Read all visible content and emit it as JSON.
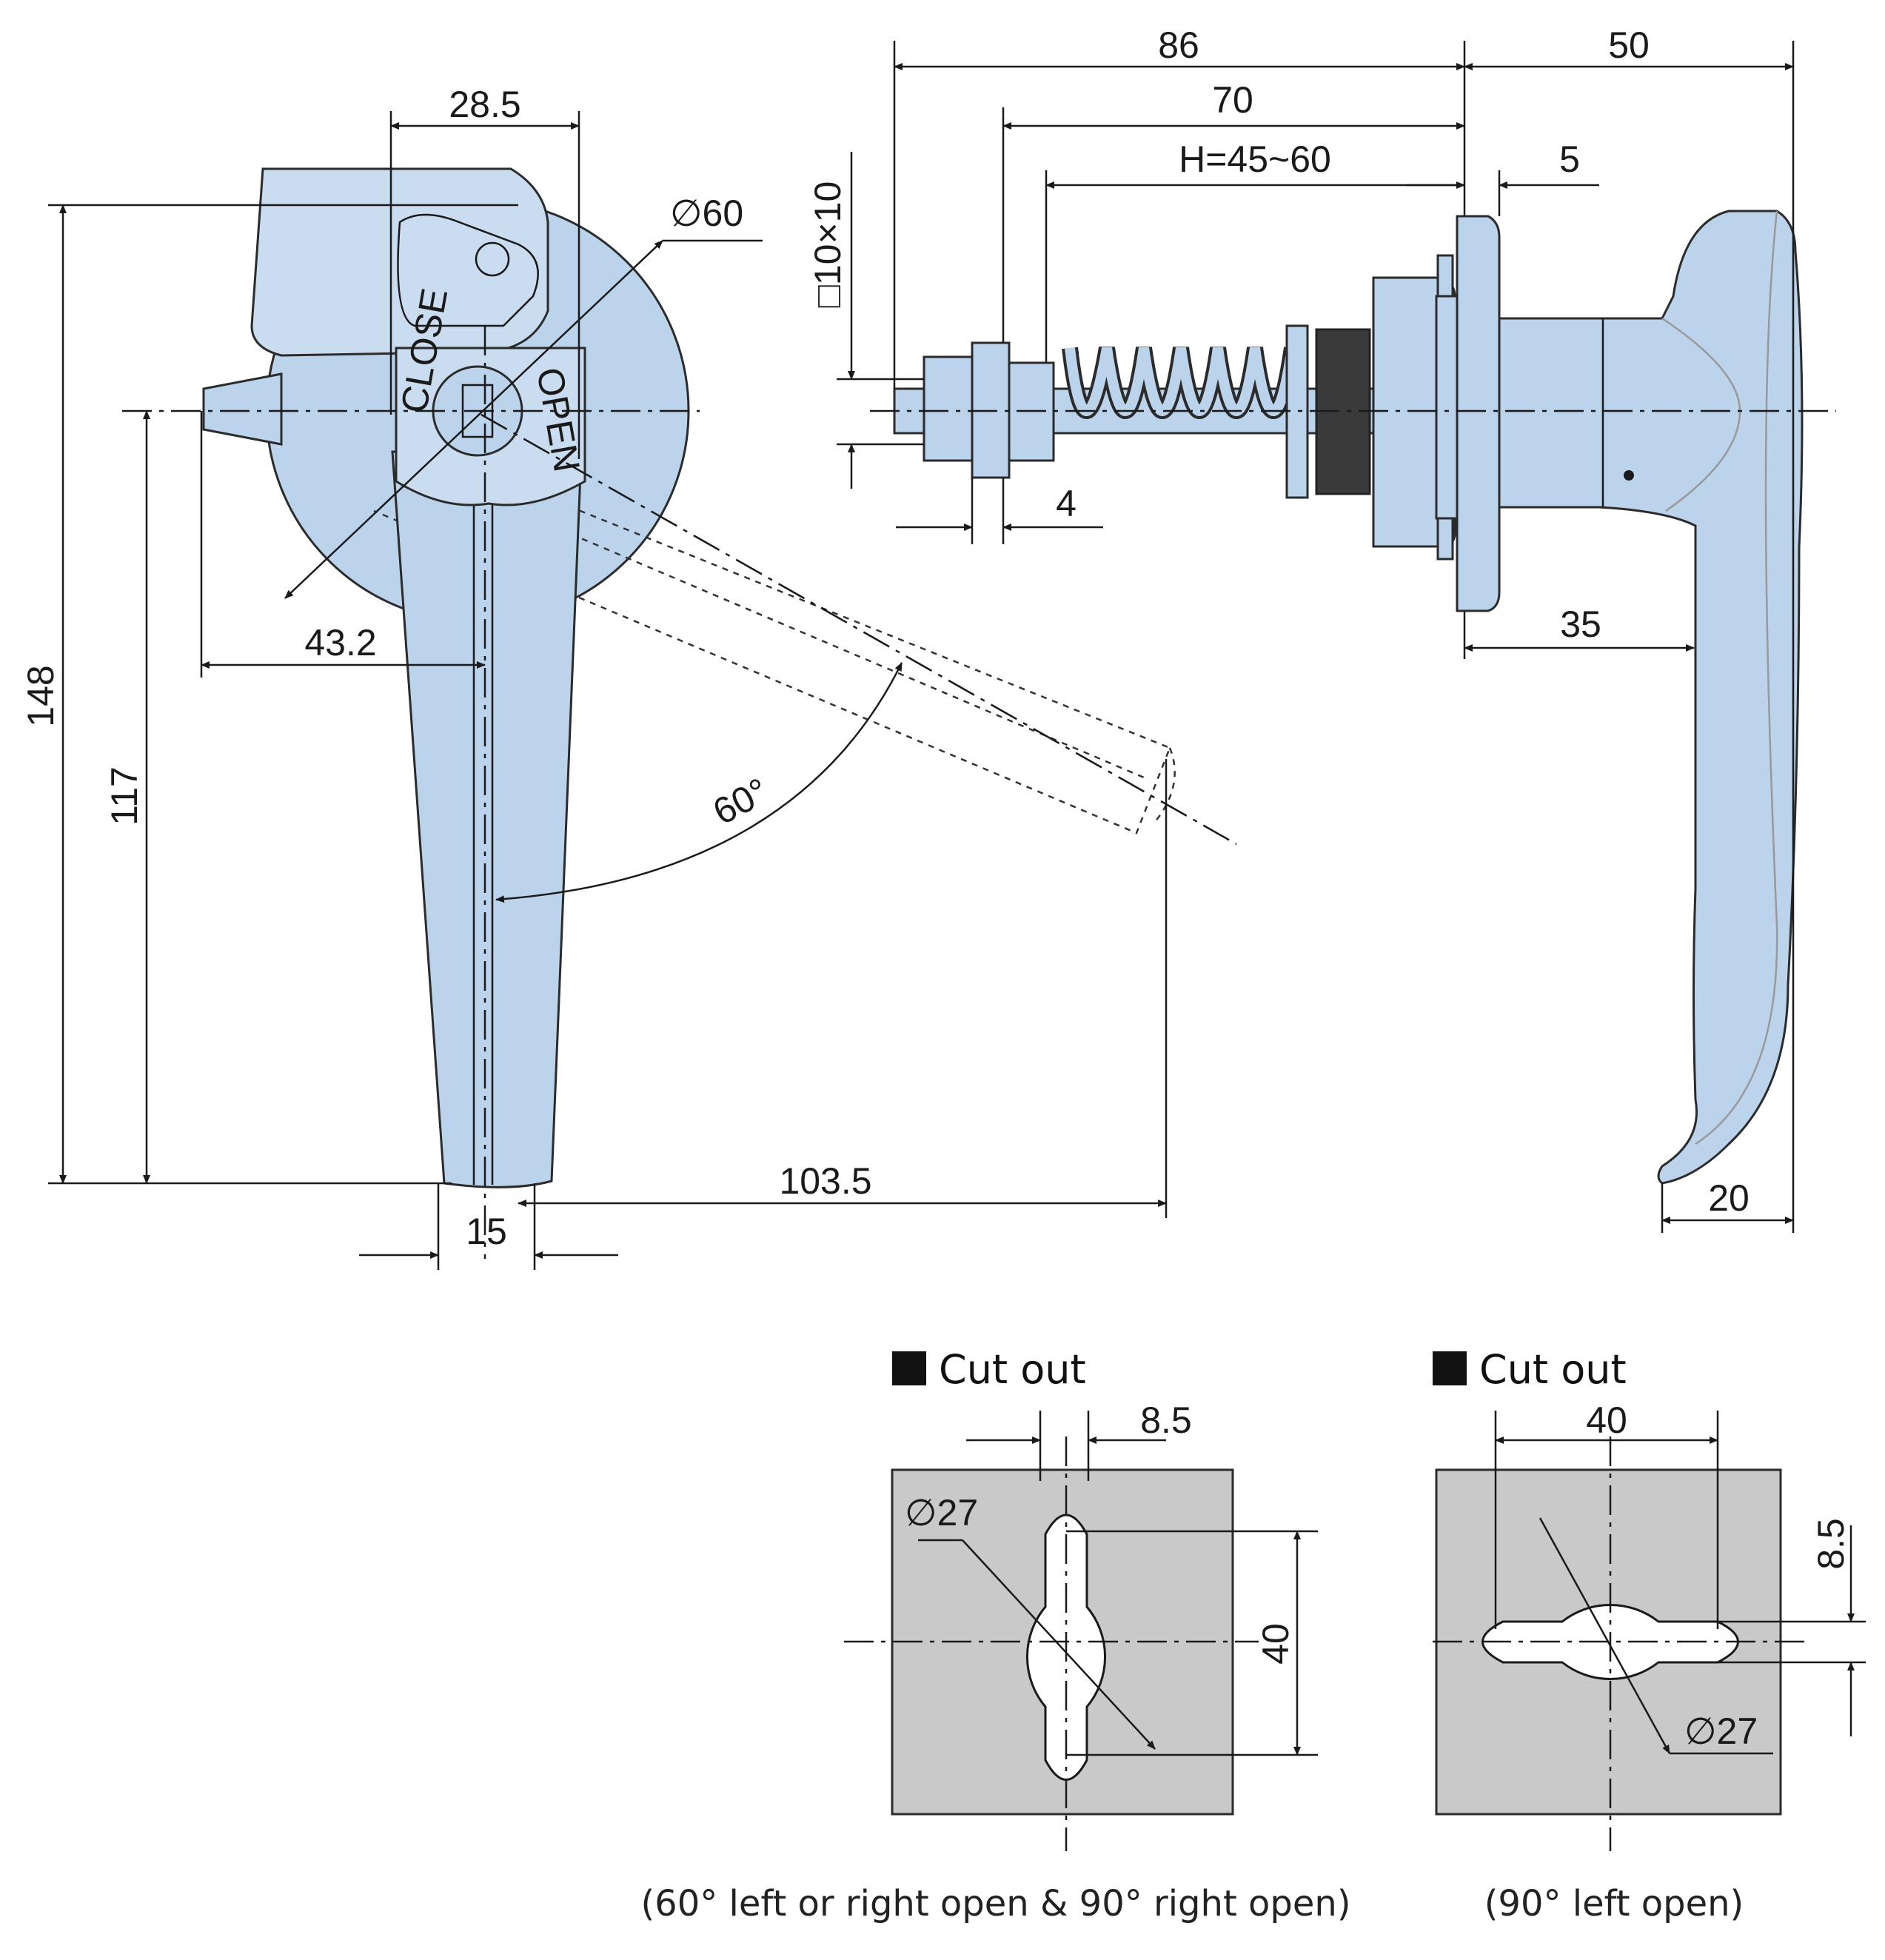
{
  "front_view": {
    "dims": {
      "width_top": "28.5",
      "bezel_diameter": "∅60",
      "total_height": "148",
      "pivot_height": "117",
      "offset": "43.2",
      "swing_angle": "60°",
      "swing_reach": "103.5",
      "grip_width": "15"
    },
    "cam_labels": {
      "left": "CLOSE",
      "right": "OPEN"
    }
  },
  "side_view": {
    "dims": {
      "overall_length": "86",
      "shaft_length": "70",
      "door_thickness": "H=45~60",
      "handle_depth": "50",
      "square_shaft": "□10×10",
      "flange_thickness": "5",
      "nut_thickness": "4",
      "handle_offset": "35",
      "handle_tip": "20"
    }
  },
  "cutouts": [
    {
      "heading": "Cut out",
      "dims": {
        "slot_width": "8.5",
        "hole_diameter": "∅27",
        "slot_length": "40"
      },
      "caption": "(60° left or right open & 90° right open)"
    },
    {
      "heading": "Cut out",
      "dims": {
        "slot_length": "40",
        "slot_width": "8.5",
        "hole_diameter": "∅27"
      },
      "caption": "(90° left open)"
    }
  ],
  "colors": {
    "part": "#bcd3ec",
    "plate": "#c9c9c9"
  }
}
